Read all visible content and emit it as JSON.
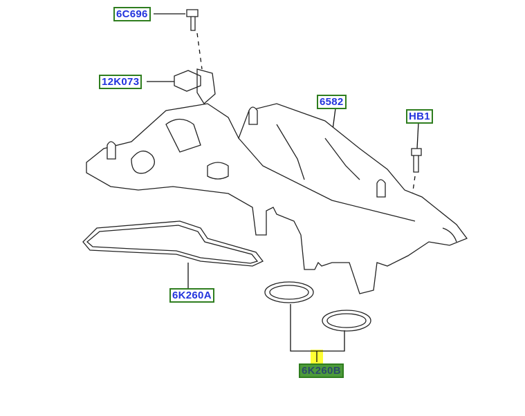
{
  "labels": {
    "6C696": "6C696",
    "12K073": "12K073",
    "6582": "6582",
    "HB1": "HB1",
    "6K260A": "6K260A",
    "6K260B": "6K260B"
  },
  "selected_label": "6K260B",
  "colors": {
    "label_border": "#2e7d1e",
    "label_text": "#2233dd",
    "selected_fill": "#4c9a3a",
    "highlight": "#ffff33"
  }
}
